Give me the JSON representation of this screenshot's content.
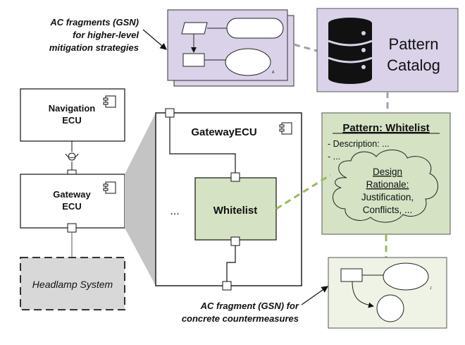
{
  "annotations": {
    "ac_top": [
      "AC fragments (GSN)",
      "for higher-level",
      "mitigation strategies"
    ],
    "ac_bottom": [
      "AC fragment (GSN) for",
      "concrete countermeasures"
    ]
  },
  "pattern_catalog": {
    "label": [
      "Pattern",
      "Catalog"
    ]
  },
  "components": {
    "navigation_ecu": [
      "Navigation",
      "ECU"
    ],
    "gateway_ecu": [
      "Gateway",
      "ECU"
    ],
    "headlamp": "Headlamp System",
    "gateway_detail_title": "GatewayECU",
    "ellipsis": "...",
    "whitelist": "Whitelist"
  },
  "pattern": {
    "title": "Pattern: Whitelist",
    "description": "- Description: ...",
    "more": "- ...",
    "design_rationale": [
      "Design",
      "Rationale:",
      "Justification,",
      "Conflicts, ..."
    ]
  },
  "gsn_markers": {
    "top": "A",
    "bottom": "J"
  },
  "colors": {
    "lavender": "#d9d2e9",
    "green": "#d5e3c4",
    "grey": "#d8d8d8",
    "dash_green": "#9bbb59",
    "dash_grey": "#a0a0b0"
  }
}
